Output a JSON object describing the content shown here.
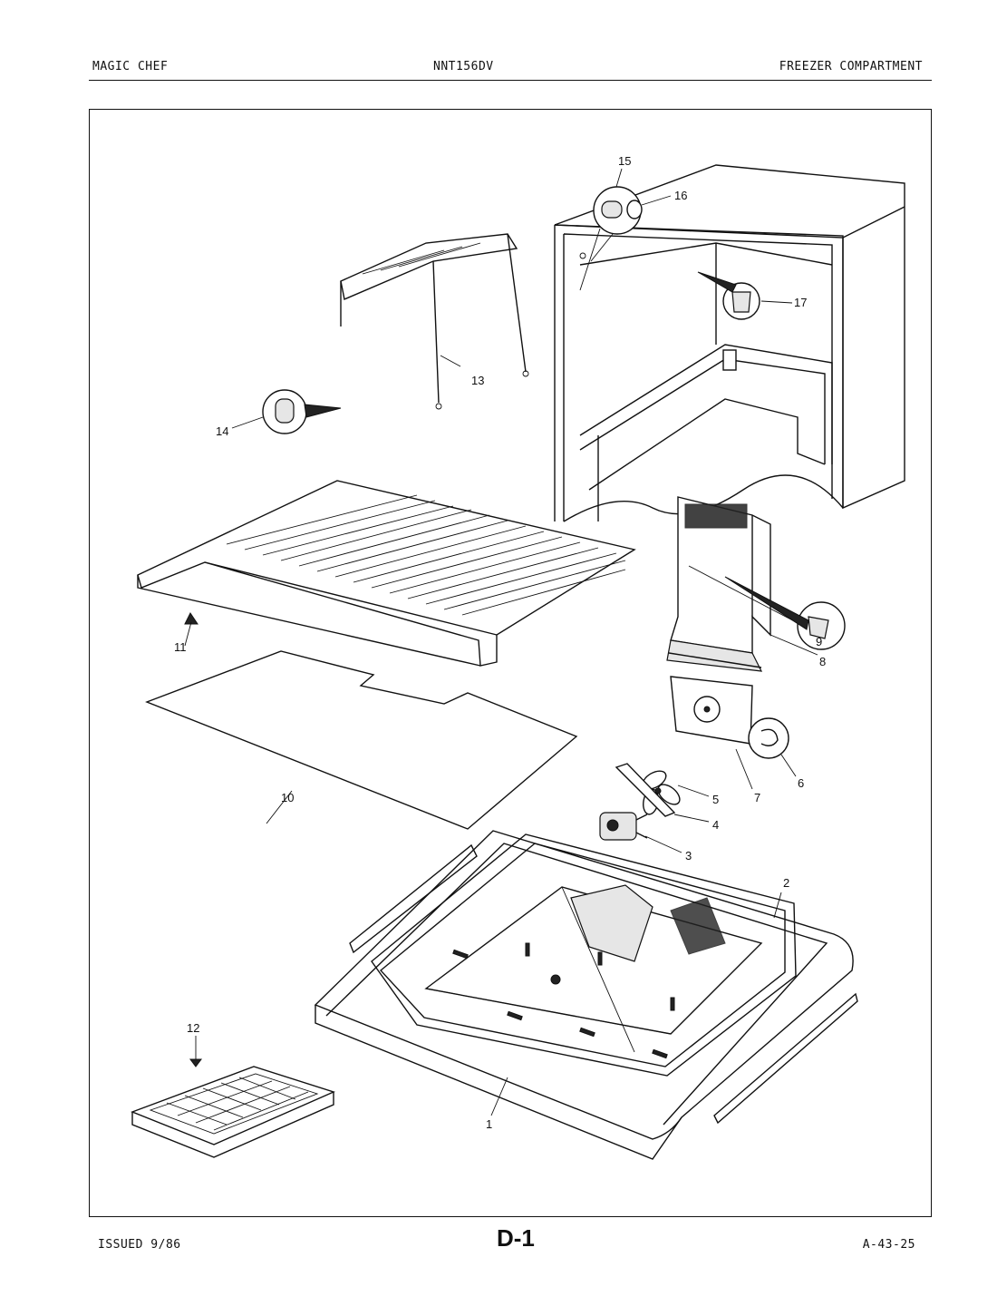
{
  "header": {
    "brand": "MAGIC CHEF",
    "model": "NNT156DV",
    "section": "FREEZER COMPARTMENT"
  },
  "footer": {
    "issued": "ISSUED 9/86",
    "page_code": "D-1",
    "doc_number": "A-43-25"
  },
  "callouts": {
    "c1": "1",
    "c2": "2",
    "c3": "3",
    "c4": "4",
    "c5": "5",
    "c6": "6",
    "c7": "7",
    "c8": "8",
    "c9": "9",
    "c10": "10",
    "c11": "11",
    "c12": "12",
    "c13": "13",
    "c14": "14",
    "c15": "15",
    "c16": "16",
    "c17": "17"
  }
}
